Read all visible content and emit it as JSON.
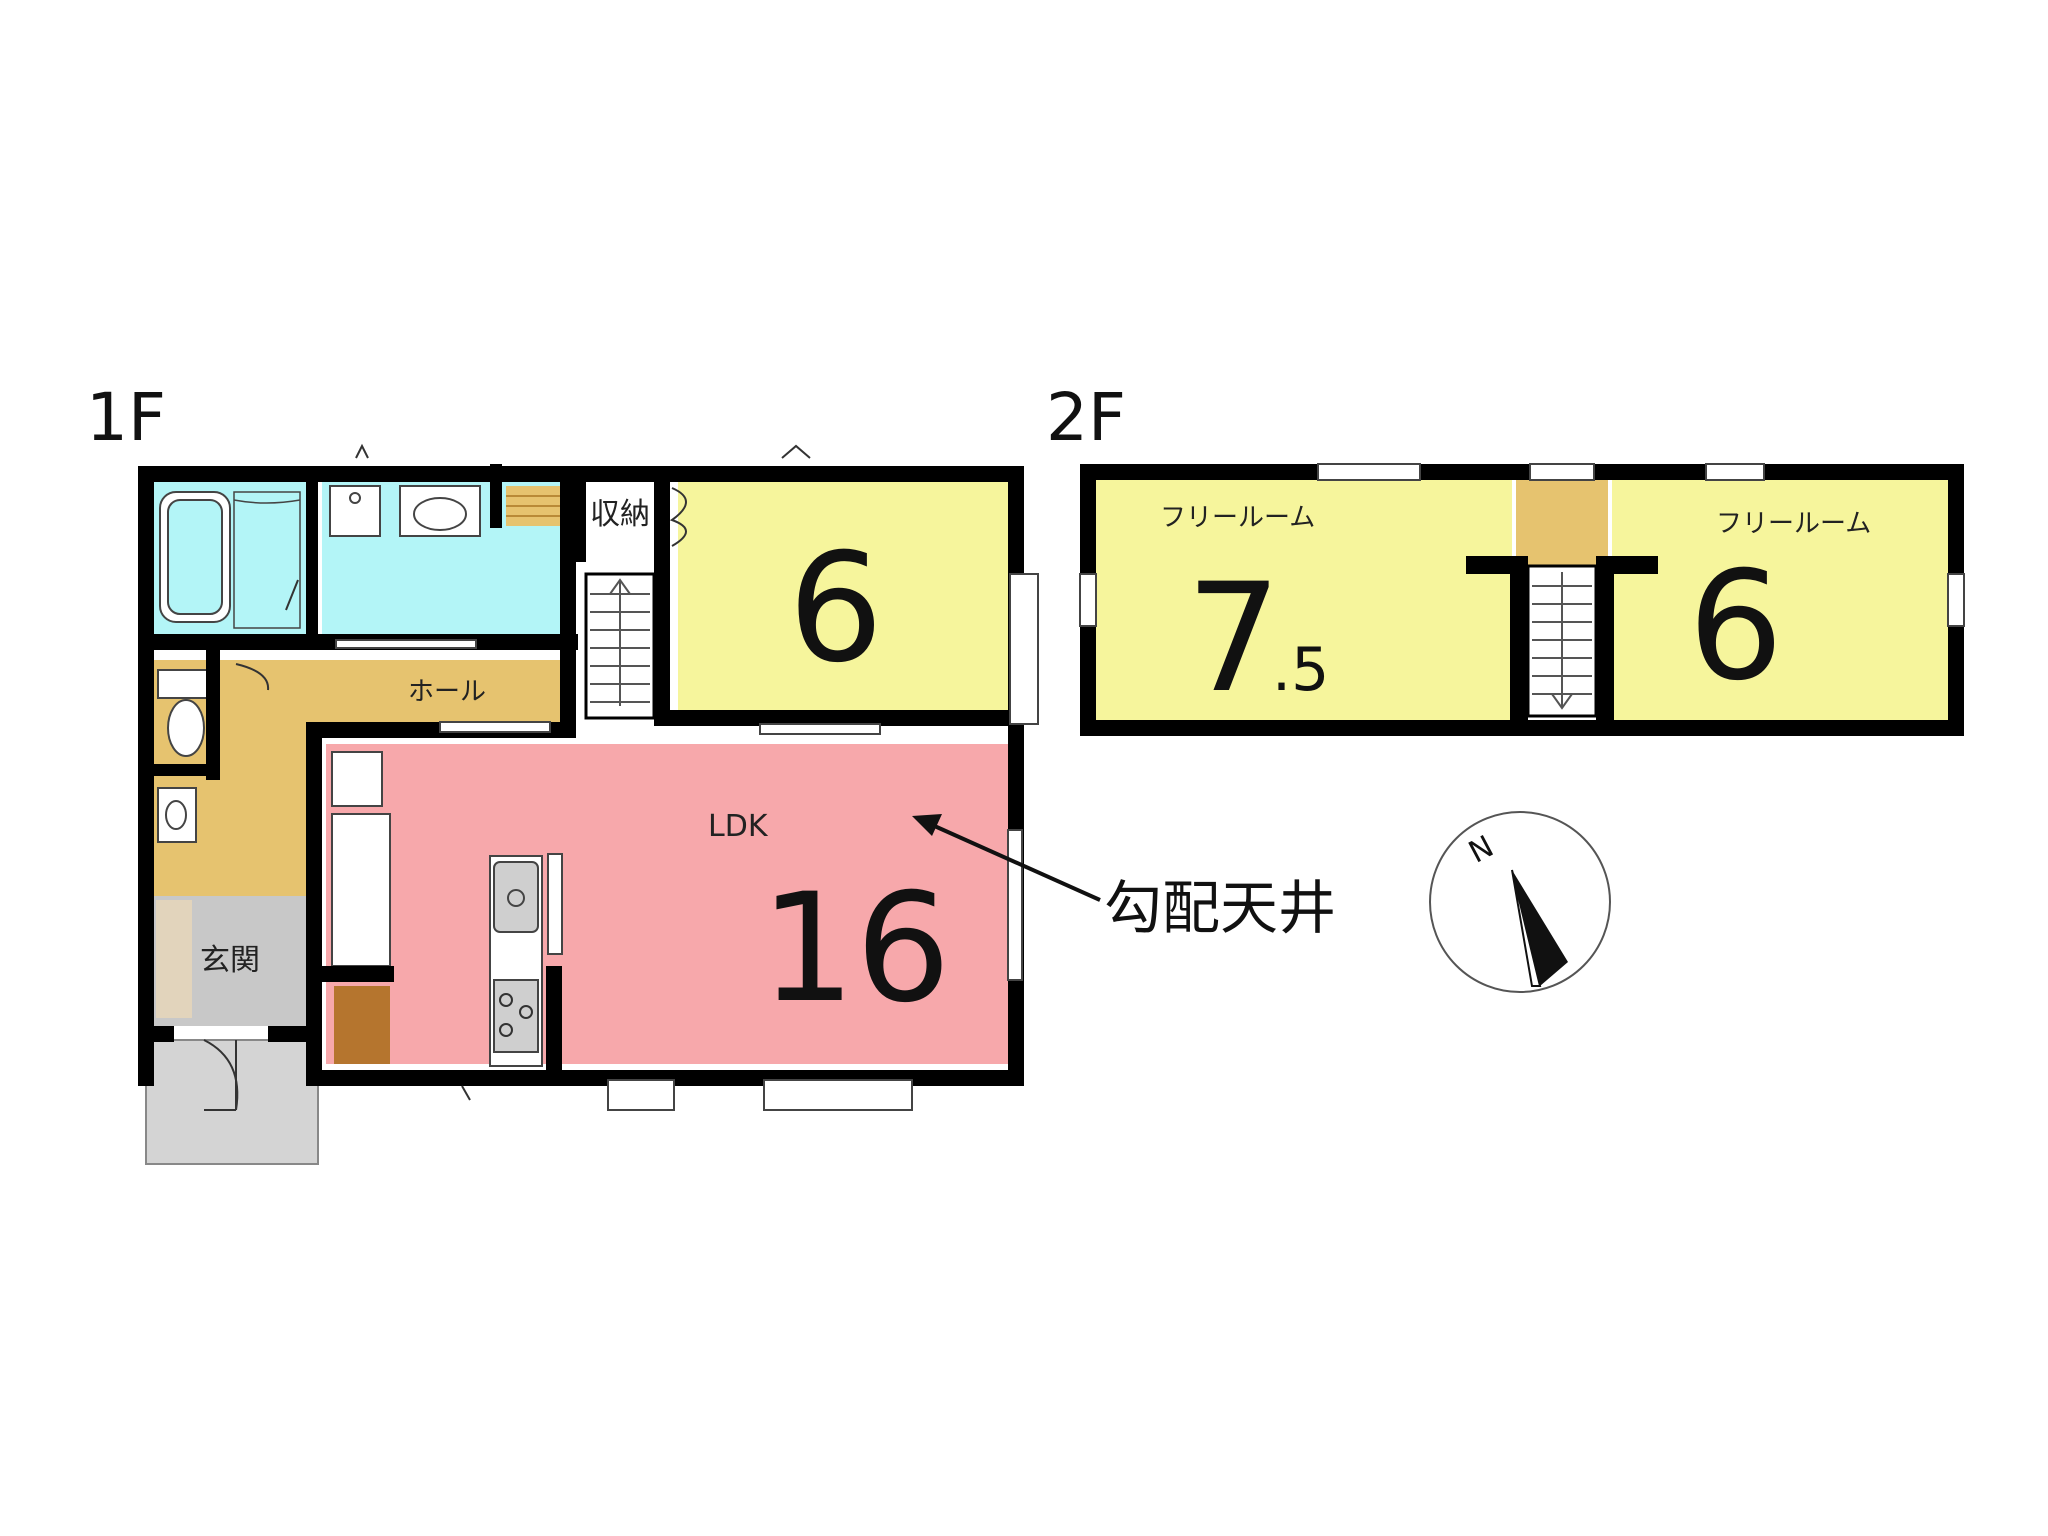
{
  "floor_1": {
    "label": "1F",
    "rooms": {
      "storage": "収納",
      "hall": "ホール",
      "entrance": "玄関",
      "ldk": "LDK",
      "bedroom_size": "6",
      "ldk_size": "16"
    }
  },
  "floor_2": {
    "label": "2F",
    "rooms": {
      "free_room_left_label": "フリールーム",
      "free_room_left_size_int": "7",
      "free_room_left_size_dec": ".5",
      "free_room_right_label": "フリールーム",
      "free_room_right_size": "6"
    }
  },
  "annotation": {
    "sloped_ceiling": "勾配天井"
  },
  "compass": {
    "north_label": "N"
  },
  "colors": {
    "wall": "#000000",
    "bedroom": "#f6f59c",
    "ldk": "#f7a8ab",
    "water_room": "#b3f5f7",
    "hall": "#e6c36f",
    "entrance": "#c8c8c8",
    "storage_shelf": "#b5752e"
  }
}
